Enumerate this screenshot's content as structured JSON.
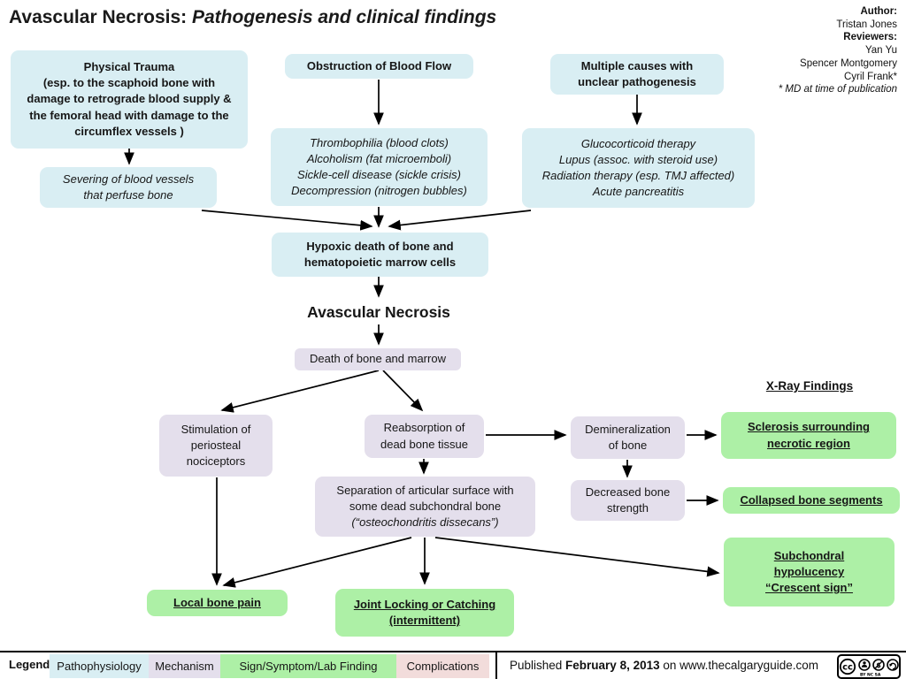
{
  "title": {
    "prefix": "Avascular Necrosis: ",
    "italic": "Pathogenesis and clinical findings"
  },
  "credits": {
    "author_label": "Author:",
    "author": "Tristan Jones",
    "reviewers_label": "Reviewers:",
    "reviewers": [
      "Yan Yu",
      "Spencer Montgomery",
      "Cyril Frank*"
    ],
    "footnote": "* MD at time of publication"
  },
  "colors": {
    "pathophysiology": "#d9eef3",
    "mechanism": "#e4dfec",
    "sign": "#adf0a6",
    "complication": "#f2dcdb",
    "arrow": "#000000"
  },
  "nodes": {
    "physical_trauma": "Physical Trauma\n(esp. to the scaphoid bone with\ndamage to retrograde blood supply &\nthe femoral head with damage to the\ncircumflex vessels )",
    "severing": "Severing of blood vessels\nthat perfuse bone",
    "obstruction": "Obstruction of Blood Flow",
    "obstruction_mechanisms": "Thrombophilia (blood clots)\nAlcoholism (fat microemboli)\nSickle-cell disease (sickle crisis)\nDecompression (nitrogen bubbles)",
    "multiple_causes": "Multiple causes with\nunclear pathogenesis",
    "multiple_mechanisms": "Glucocorticoid therapy\nLupus (assoc. with steroid use)\nRadiation therapy (esp. TMJ affected)\nAcute pancreatitis",
    "hypoxic_death": "Hypoxic death of bone and\nhematopoietic marrow cells",
    "avascular_necrosis": "Avascular Necrosis",
    "death_bone_marrow": "Death of bone and marrow",
    "stimulation": "Stimulation of\nperiosteal\nnociceptors",
    "reabsorption": "Reabsorption of\ndead bone tissue",
    "demineralization": "Demineralization\nof bone",
    "separation": "Separation of articular surface with\nsome dead subchondral bone",
    "separation_note": "(“osteochondritis dissecans”)",
    "decreased_strength": "Decreased bone\nstrength",
    "xray_header": "X-Ray Findings",
    "sclerosis": "Sclerosis surrounding\nnecrotic region",
    "collapsed": "Collapsed bone segments",
    "subchondral": "Subchondral\nhypolucency\n“Crescent sign”",
    "local_pain": "Local bone pain",
    "joint_locking": "Joint Locking or Catching\n(intermittent)"
  },
  "legend": {
    "label": "Legend:",
    "items": [
      {
        "label": "Pathophysiology",
        "key": "pathophysiology"
      },
      {
        "label": "Mechanism",
        "key": "mechanism"
      },
      {
        "label": "Sign/Symptom/Lab Finding",
        "key": "sign"
      },
      {
        "label": "Complications",
        "key": "complication"
      }
    ]
  },
  "footer": {
    "published_prefix": "Published ",
    "published_date": "February 8, 2013",
    "published_suffix": " on www.thecalgaryguide.com",
    "license": "CC BY-NC-SA"
  }
}
